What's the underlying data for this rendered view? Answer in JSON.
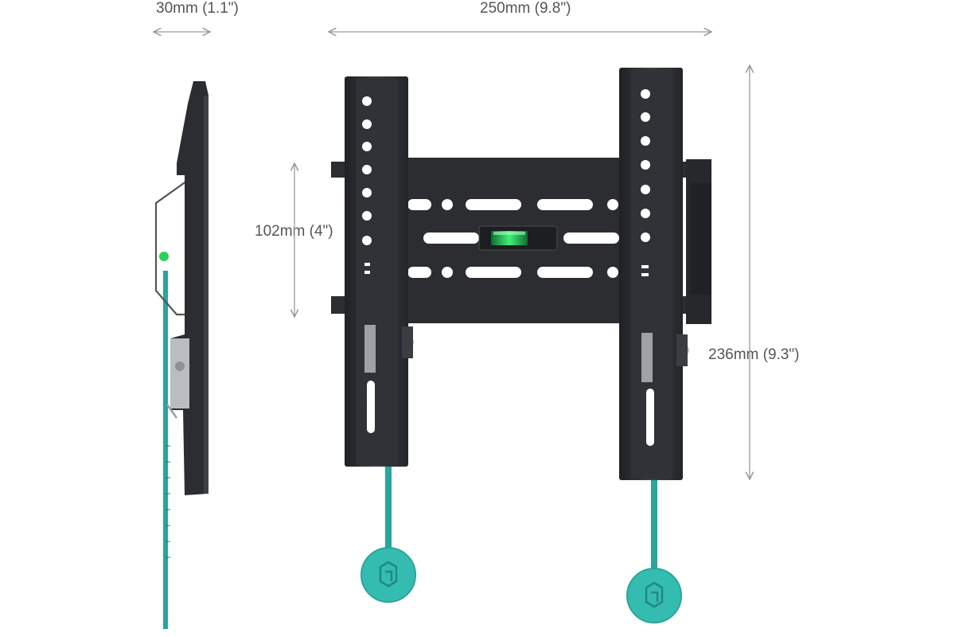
{
  "dimensions": {
    "depth": "30mm (1.1\")",
    "width": "250mm (9.8\")",
    "vertical_spacing": "102mm (4\")",
    "height": "236mm (9.3\")"
  },
  "colors": {
    "bracket": "#2b2d30",
    "bracket_edge": "#4a4d52",
    "pull_strap": "#2aa59a",
    "pull_tab": "#35bcb0",
    "level_bubble": "#2bd15b",
    "dimension_line": "#9a9a9a"
  },
  "icons": {
    "pull_tab": "cube-logo-icon"
  }
}
